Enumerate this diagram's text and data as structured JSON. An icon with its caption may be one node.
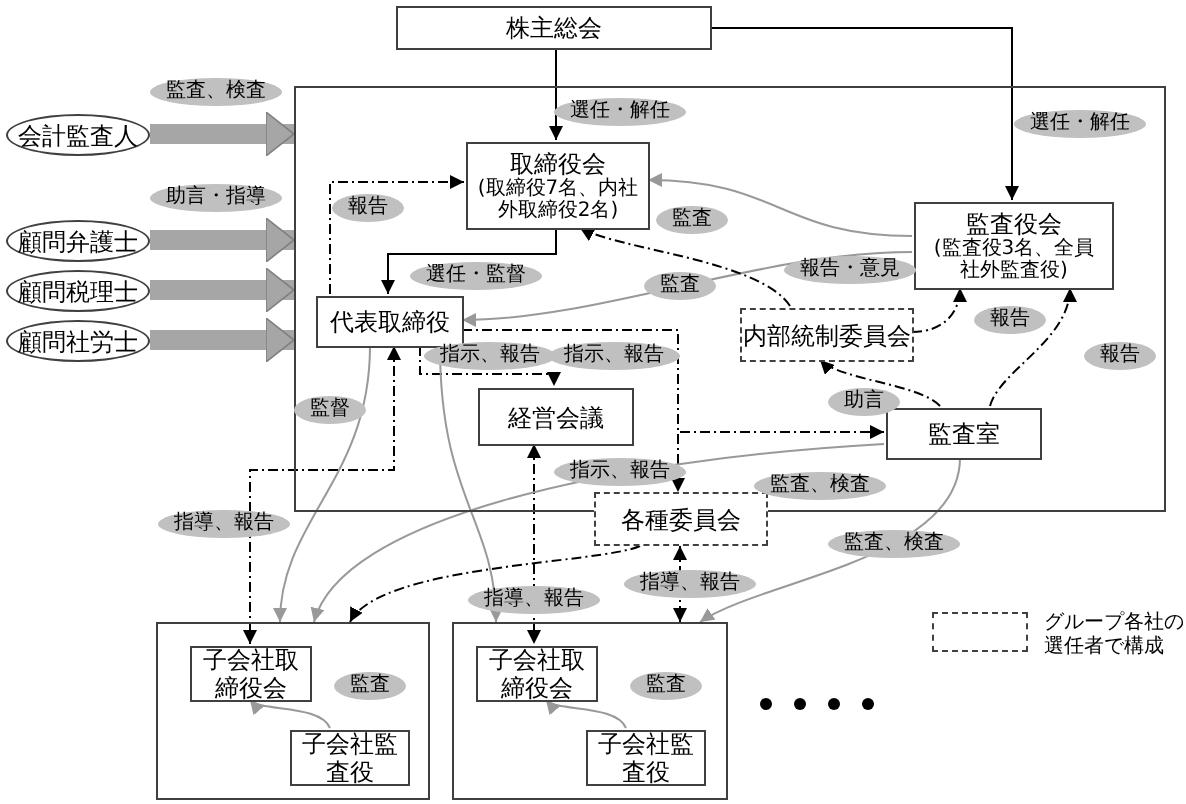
{
  "diagram": {
    "nodes": [
      {
        "text": [
          "株主総会"
        ]
      },
      {
        "text": [],
        "shape": "box"
      },
      {
        "text": [
          "取締役会",
          "(取締役7名、内社外取締役2名)"
        ],
        "in": 1
      },
      {
        "text": [
          "監査役会",
          "(監査役3名、全員社外監査役)"
        ],
        "in": 1
      },
      {
        "text": [
          "代表取締役"
        ],
        "in": 1
      },
      {
        "text": [
          "内部統制委員会"
        ],
        "in": 1
      },
      {
        "text": [
          "経営会議"
        ],
        "in": 1
      },
      {
        "text": [
          "監査室"
        ],
        "in": 1
      },
      {
        "text": [
          "各種委員会"
        ]
      },
      {
        "text": [],
        "shape": "box"
      },
      {
        "text": [
          "子会社取締役会"
        ],
        "in": 9
      },
      {
        "text": [
          "子会社監査役"
        ],
        "in": 9
      },
      {
        "text": [],
        "shape": "box"
      },
      {
        "text": [
          "子会社取締役会"
        ],
        "in": 12
      },
      {
        "text": [
          "子会社監査役"
        ],
        "in": 12
      },
      {
        "text": [
          "会計監査人"
        ]
      },
      {
        "text": [
          "顧問弁護士"
        ]
      },
      {
        "text": [
          "顧問税理士"
        ]
      },
      {
        "text": [
          "顧問社労士"
        ]
      }
    ],
    "edges": [
      {
        "from": 0,
        "to": 2,
        "arrow": "to",
        "label": "選任・解任"
      },
      {
        "from": 0,
        "to": 3,
        "arrow": "to",
        "label": "選任・解任"
      },
      {
        "from": 2,
        "to": 4,
        "arrow": "to",
        "label": "選任・監督"
      },
      {
        "from": 4,
        "to": 2,
        "arrow": "to",
        "label": "報告",
        "style": "dashed"
      },
      {
        "from": 3,
        "to": 2,
        "arrow": "to",
        "label": "監査",
        "color": "#999999"
      },
      {
        "from": 3,
        "to": 4,
        "arrow": "to",
        "label": "監査",
        "color": "#999999"
      },
      {
        "from": 5,
        "to": 2,
        "arrow": "to",
        "label": "報告・意見",
        "style": "dashed"
      },
      {
        "from": 5,
        "to": 3,
        "arrow": "to",
        "label": "報告",
        "style": "dashed"
      },
      {
        "from": 7,
        "to": 3,
        "arrow": "to",
        "label": "報告",
        "style": "dashed"
      },
      {
        "from": 7,
        "to": 5,
        "arrow": "to",
        "label": "助言",
        "style": "dashed"
      },
      {
        "from": 4,
        "to": 6,
        "arrow": "to",
        "label": "指示、報告",
        "style": "dashed"
      },
      {
        "from": 4,
        "to": 7,
        "arrow": "to",
        "label": "指示、報告",
        "style": "dashed"
      },
      {
        "from": 4,
        "to": 8,
        "arrow": "to",
        "label": "指示、報告",
        "style": "dashed"
      },
      {
        "from": 4,
        "to": 10,
        "arrow": "both",
        "label": "指導、報告",
        "style": "dashed"
      },
      {
        "from": 6,
        "to": 13,
        "arrow": "both",
        "label": "指導、報告",
        "style": "dashed"
      },
      {
        "from": 8,
        "to": 12,
        "arrow": "both",
        "label": "指導、報告",
        "style": "dashed"
      },
      {
        "from": 8,
        "to": 9,
        "arrow": "to",
        "style": "dashed"
      },
      {
        "from": 4,
        "to": 9,
        "arrow": "to",
        "label": "監督",
        "color": "#999999"
      },
      {
        "from": 4,
        "to": 12,
        "arrow": "to",
        "color": "#999999"
      },
      {
        "from": 7,
        "to": 9,
        "arrow": "to",
        "label": "監査、検査",
        "color": "#999999"
      },
      {
        "from": 7,
        "to": 12,
        "arrow": "to",
        "label": "監査、検査",
        "color": "#999999"
      },
      {
        "from": 11,
        "to": 10,
        "arrow": "to",
        "label": "監査",
        "color": "#999999"
      },
      {
        "from": 14,
        "to": 13,
        "arrow": "to",
        "label": "監査",
        "color": "#999999"
      },
      {
        "from": 15,
        "to": 1,
        "arrow": "to",
        "label": "監査、検査",
        "style": "thick",
        "color": "#a6a6a6"
      },
      {
        "from": 16,
        "to": 1,
        "arrow": "to",
        "label": "助言・指導",
        "style": "thick",
        "color": "#a6a6a6"
      },
      {
        "from": 17,
        "to": 1,
        "arrow": "to",
        "style": "thick",
        "color": "#a6a6a6"
      },
      {
        "from": 18,
        "to": 1,
        "arrow": "to",
        "style": "thick",
        "color": "#a6a6a6"
      }
    ],
    "legend": [
      {
        "text": "グループ各社の選任者で構成"
      }
    ]
  }
}
